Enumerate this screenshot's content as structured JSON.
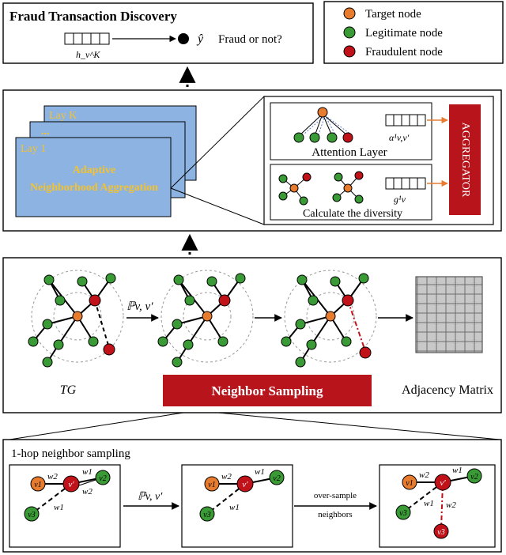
{
  "discovery": {
    "title": "Fraud Transaction Discovery",
    "embedding_label": "h_v^K",
    "prediction_label": "ŷ",
    "question": "Fraud or not?"
  },
  "legend": {
    "items": [
      {
        "label": "Target node",
        "color": "#e87c2e"
      },
      {
        "label": "Legitimate node",
        "color": "#3a9a35"
      },
      {
        "label": "Fraudulent node",
        "color": "#c1121a"
      }
    ]
  },
  "aggregation": {
    "layer_k": "Lay K",
    "layer_dots": "...",
    "layer_1": "Lay 1",
    "module_line1": "Adaptive",
    "module_line2": "Neighborhood Aggregation",
    "attention_caption": "Attention Layer",
    "attention_symbol": "α¹v,v′",
    "diversity_caption": "Calculate the diversity",
    "diversity_symbol": "g¹v",
    "aggregator": "AGGREGATOR"
  },
  "sampling": {
    "graph_label": "TG",
    "probability_label": "ℙv, v′",
    "button": "Neighbor Sampling",
    "matrix_label": "Adjacency Matrix"
  },
  "hop": {
    "title": "1-hop neighbor sampling",
    "probability_label": "ℙv, v′",
    "oversample_line1": "over-sample",
    "oversample_line2": "neighbors",
    "node_v1": "v1",
    "node_v2": "v2",
    "node_v3": "v3",
    "node_vp": "v′",
    "w1": "w1",
    "w2": "w2"
  },
  "colors": {
    "target": "#e87c2e",
    "legit": "#3a9a35",
    "fraud": "#c1121a",
    "layer_fill": "#8db3e2",
    "layer_text": "#f2c230",
    "aggregator": "#b7141c",
    "sampling_button": "#b7141c"
  }
}
